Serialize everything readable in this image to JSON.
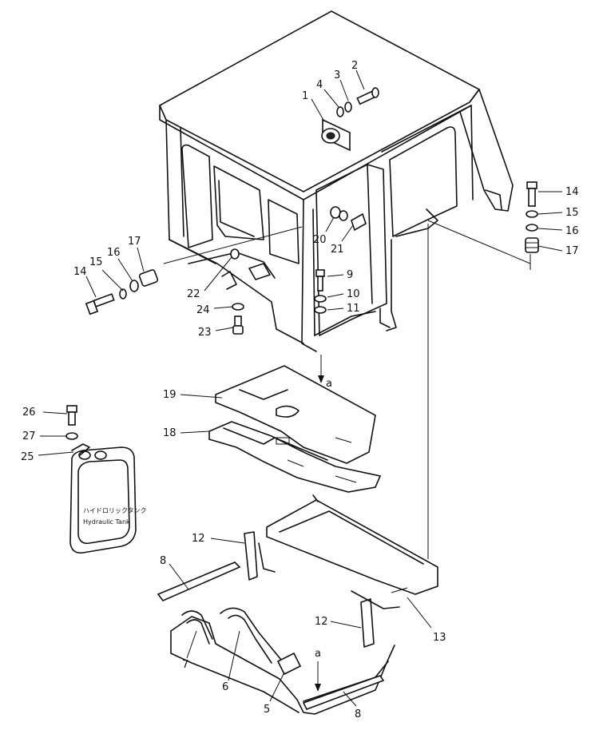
{
  "callouts": {
    "c1": "1",
    "c2": "2",
    "c3": "3",
    "c4": "4",
    "c5": "5",
    "c6": "6",
    "c7": "7",
    "c8a": "8",
    "c8b": "8",
    "c9": "9",
    "c10": "10",
    "c11": "11",
    "c12a": "12",
    "c12b": "12",
    "c13": "13",
    "c14a": "14",
    "c14b": "14",
    "c15a": "15",
    "c15b": "15",
    "c16a": "16",
    "c16b": "16",
    "c17a": "17",
    "c17b": "17",
    "c18": "18",
    "c19": "19",
    "c20": "20",
    "c21": "21",
    "c22": "22",
    "c23": "23",
    "c24": "24",
    "c25": "25",
    "c26": "26",
    "c27": "27"
  },
  "reference_marks": {
    "top": "a",
    "bottom": "a"
  },
  "tank": {
    "label_jp": "ハイドロリックタンク",
    "label_en": "Hydraulic Tank"
  }
}
